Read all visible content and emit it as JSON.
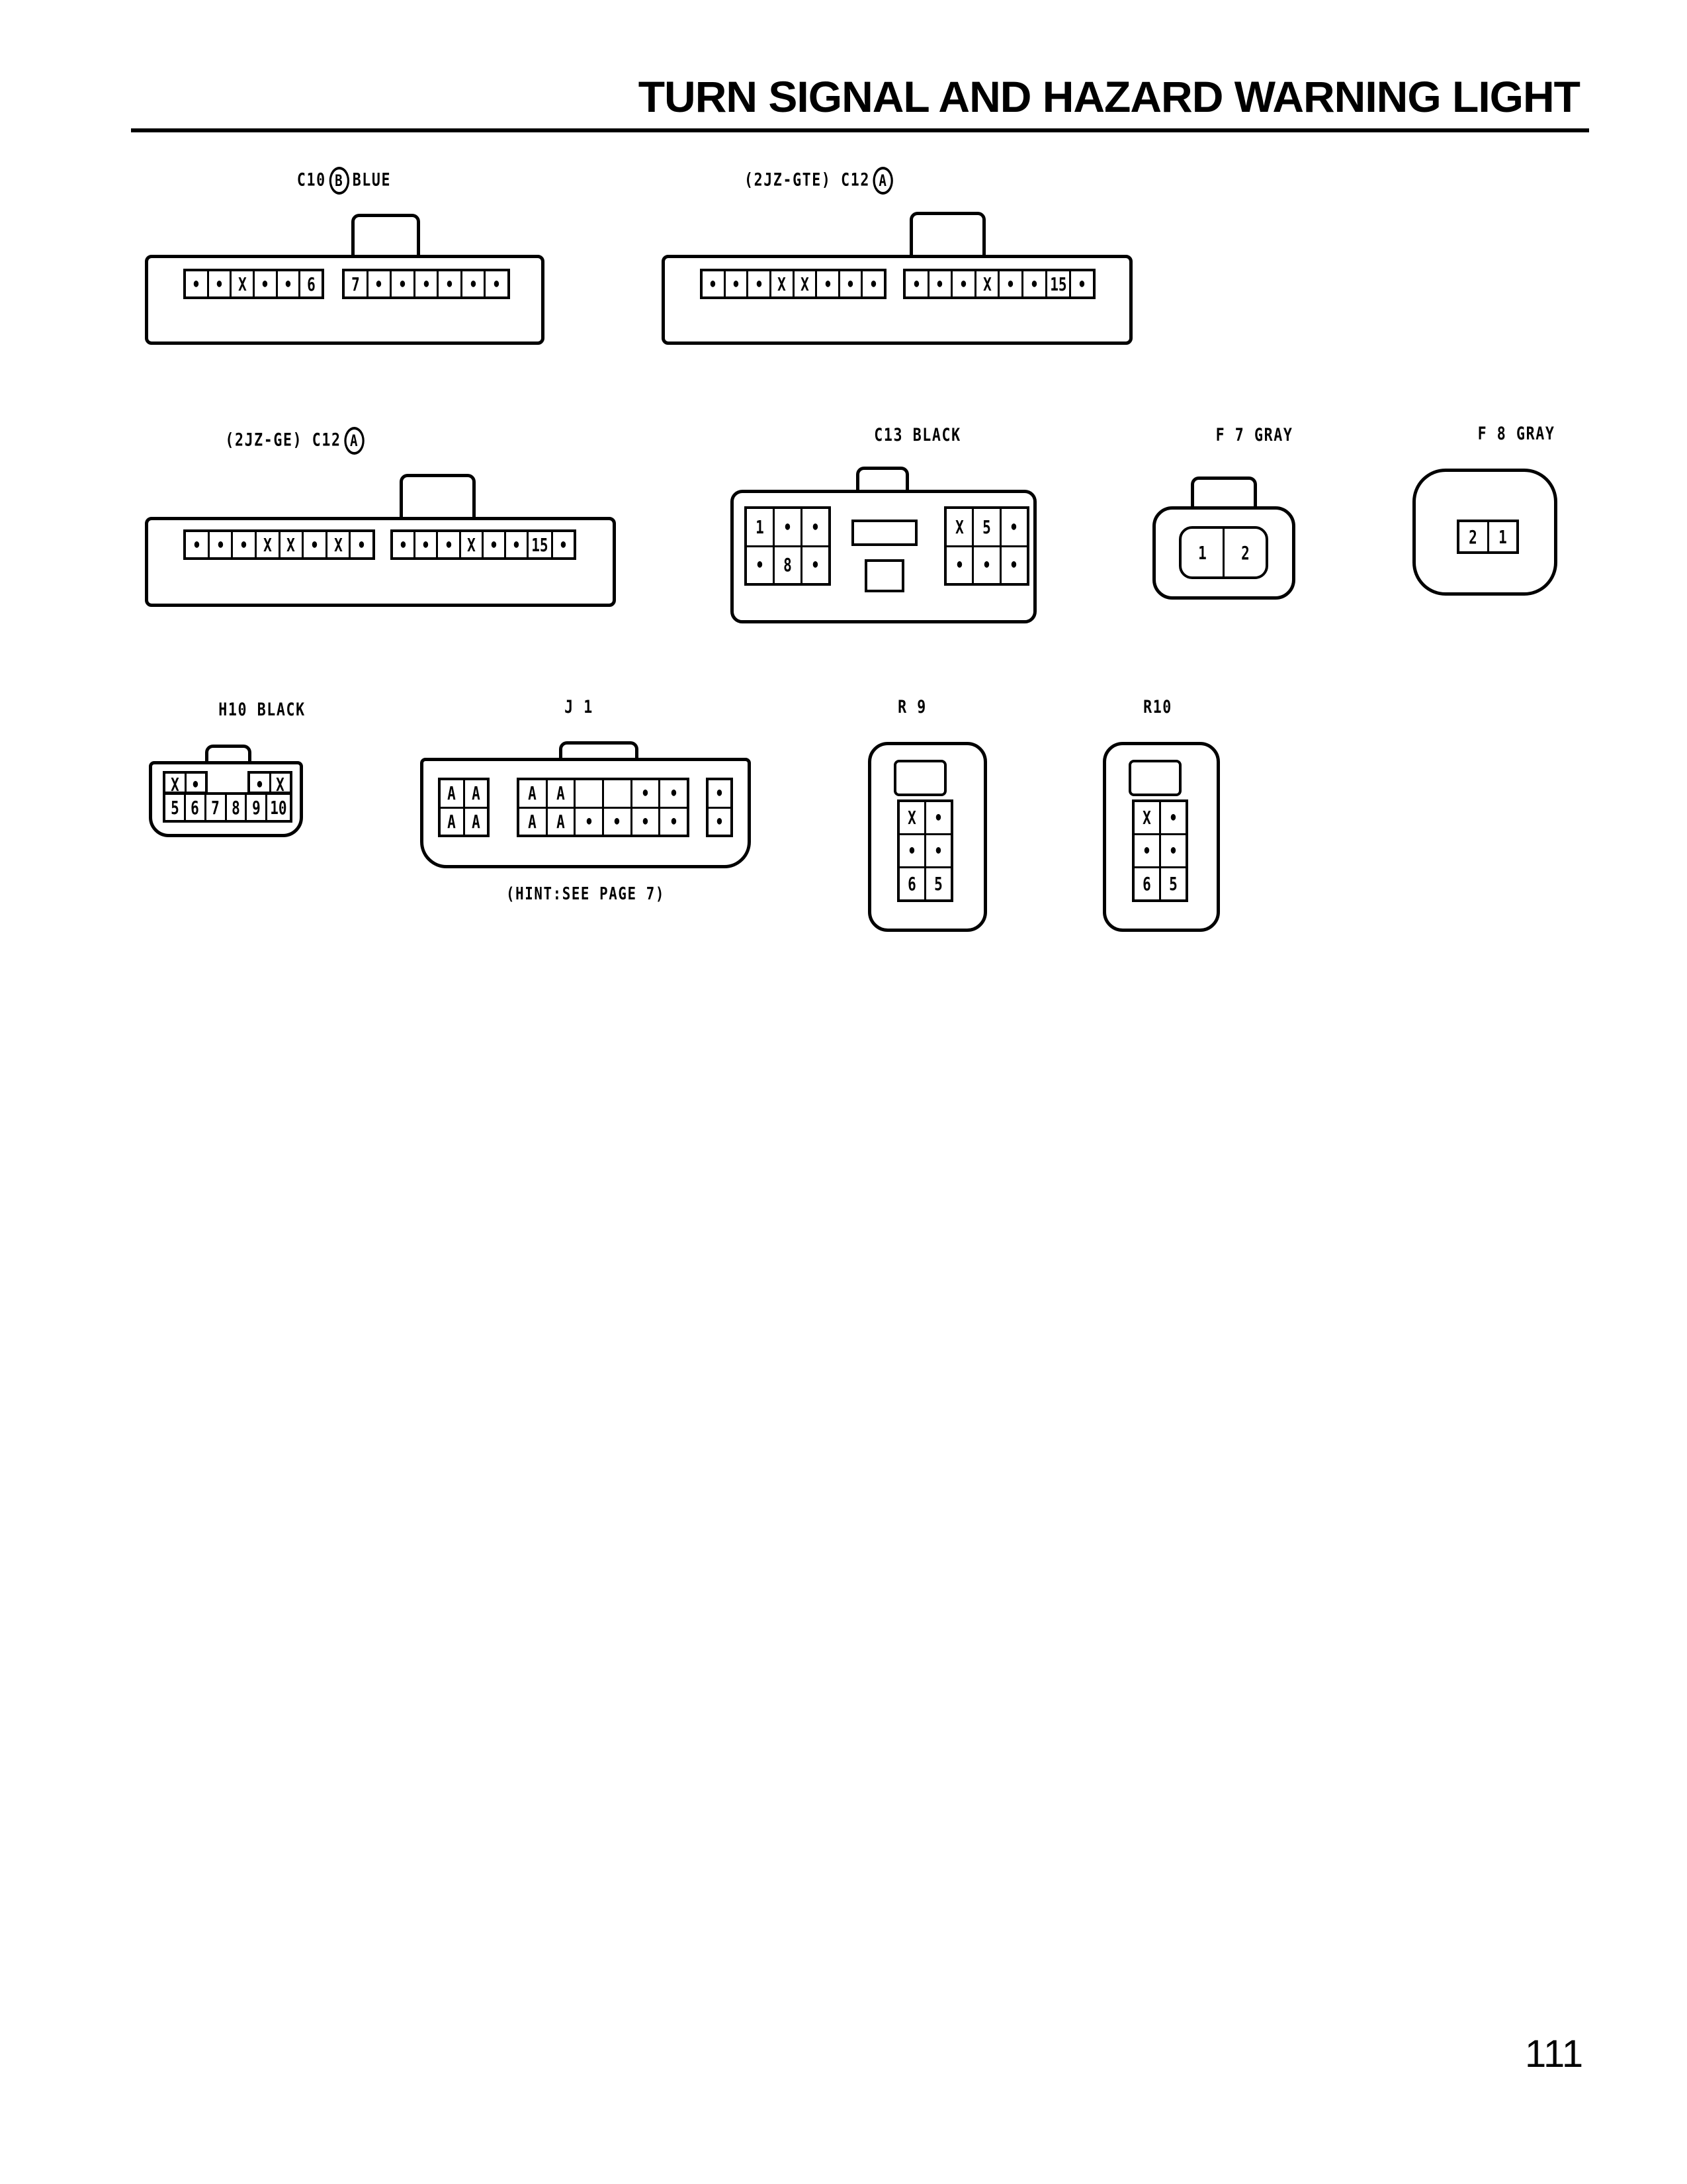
{
  "header": {
    "title": "TURN SIGNAL AND HAZARD WARNING LIGHT"
  },
  "footer": {
    "page_number": "111"
  },
  "connectors": [
    {
      "prefix": "",
      "id": "C10",
      "badge": "B",
      "color": "BLUE",
      "groups": [
        [
          [
            "•",
            "•",
            "X",
            "•",
            "•",
            "6"
          ]
        ],
        [
          [
            "7",
            "•",
            "•",
            "•",
            "•",
            "•",
            "•"
          ]
        ]
      ]
    },
    {
      "prefix": "(2JZ-GTE)",
      "id": "C12",
      "badge": "A",
      "color": "",
      "groups": [
        [
          [
            "•",
            "•",
            "•",
            "X",
            "X",
            "•",
            "•",
            "•"
          ]
        ],
        [
          [
            "•",
            "•",
            "•",
            "X",
            "•",
            "•",
            "15",
            "•"
          ]
        ]
      ]
    },
    {
      "prefix": "(2JZ-GE)",
      "id": "C12",
      "badge": "A",
      "color": "",
      "groups": [
        [
          [
            "•",
            "•",
            "•",
            "X",
            "X",
            "•",
            "X",
            "•"
          ]
        ],
        [
          [
            "•",
            "•",
            "•",
            "X",
            "•",
            "•",
            "15",
            "•"
          ]
        ]
      ]
    },
    {
      "prefix": "",
      "id": "C13",
      "badge": "",
      "color": "BLACK",
      "groups": [
        [
          [
            "1",
            "•",
            "•"
          ],
          [
            "•",
            "8",
            "•"
          ]
        ],
        [
          [
            "X",
            "5",
            "•"
          ],
          [
            "•",
            "•",
            "•"
          ]
        ]
      ]
    },
    {
      "prefix": "",
      "id": "F 7",
      "badge": "",
      "color": "GRAY",
      "groups": [
        [
          [
            "1",
            "2"
          ]
        ]
      ]
    },
    {
      "prefix": "",
      "id": "F 8",
      "badge": "",
      "color": "GRAY",
      "groups": [
        [
          [
            "2",
            "1"
          ]
        ]
      ]
    },
    {
      "prefix": "",
      "id": "H10",
      "badge": "",
      "color": "BLACK",
      "groups": [
        [
          [
            "X",
            "•"
          ]
        ],
        [
          [
            "•",
            "X"
          ]
        ],
        [
          [
            "5",
            "6",
            "7",
            "8",
            "9",
            "10"
          ]
        ]
      ]
    },
    {
      "prefix": "",
      "id": "J 1",
      "badge": "",
      "color": "",
      "hint": "(HINT:SEE PAGE 7)",
      "groups": [
        [
          [
            "A",
            "A"
          ],
          [
            "A",
            "A"
          ]
        ],
        [
          [
            "A",
            "A",
            "",
            "",
            "•",
            "•"
          ],
          [
            "A",
            "A",
            "•",
            "•",
            "•",
            "•"
          ]
        ],
        [
          [
            "•"
          ],
          [
            "•"
          ]
        ]
      ]
    },
    {
      "prefix": "",
      "id": "R 9",
      "badge": "",
      "color": "",
      "groups": [
        [
          [
            "X",
            "•"
          ],
          [
            "•",
            "•"
          ],
          [
            "6",
            "5"
          ]
        ]
      ]
    },
    {
      "prefix": "",
      "id": "R10",
      "badge": "",
      "color": "",
      "groups": [
        [
          [
            "X",
            "•"
          ],
          [
            "•",
            "•"
          ],
          [
            "6",
            "5"
          ]
        ]
      ]
    }
  ]
}
